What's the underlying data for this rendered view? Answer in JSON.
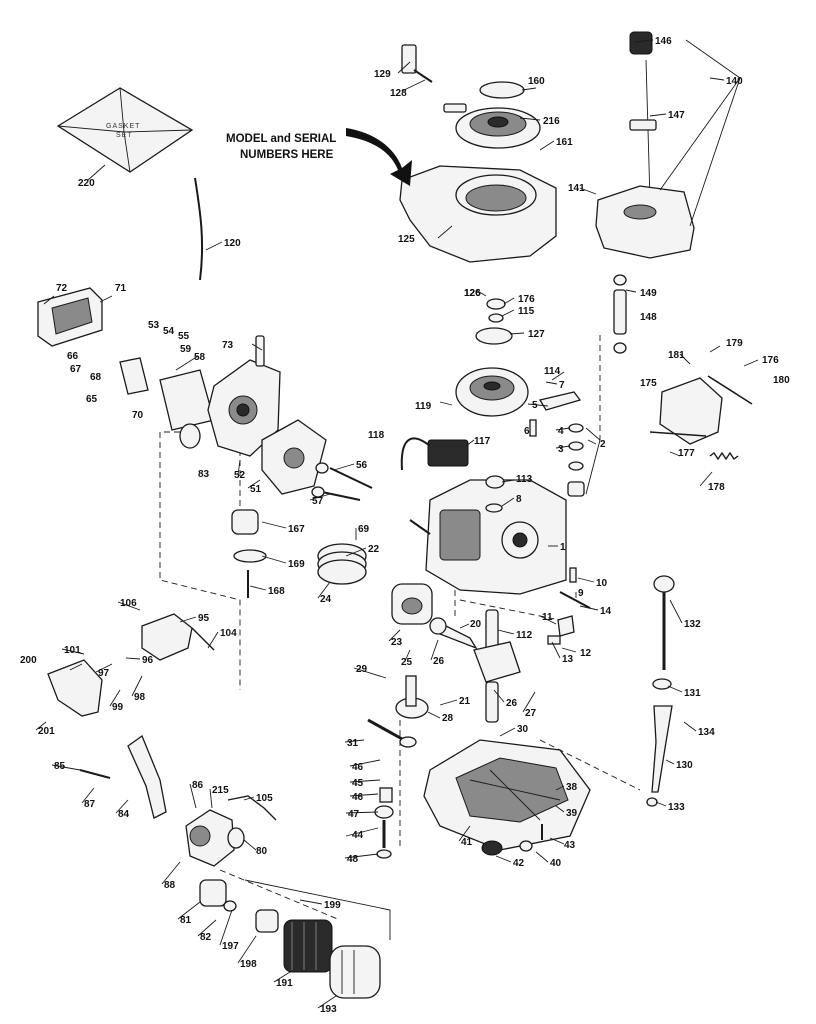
{
  "note": {
    "line1": "MODEL and SERIAL",
    "line2": "NUMBERS HERE"
  },
  "gasket_set_text": {
    "line1": "GASKET",
    "line2": "SET"
  },
  "colors": {
    "ink": "#1a1a1a",
    "paper": "#ffffff",
    "shade": "#8a8a8a"
  },
  "labels": [
    "146",
    "140",
    "129",
    "160",
    "128",
    "216",
    "147",
    "220",
    "161",
    "141",
    "126",
    "120",
    "125",
    "72",
    "71",
    "126",
    "149",
    "176",
    "53",
    "54",
    "55",
    "148",
    "115",
    "73",
    "59",
    "127",
    "66",
    "179",
    "181",
    "176",
    "67",
    "58",
    "68",
    "114",
    "7",
    "175",
    "180",
    "65",
    "70",
    "5",
    "119",
    "2",
    "4",
    "6",
    "118",
    "117",
    "3",
    "83",
    "177",
    "52",
    "56",
    "51",
    "113",
    "178",
    "8",
    "57",
    "167",
    "69",
    "22",
    "1",
    "169",
    "168",
    "24",
    "10",
    "9",
    "132",
    "106",
    "14",
    "95",
    "104",
    "11",
    "23",
    "20",
    "112",
    "101",
    "200",
    "12",
    "13",
    "97",
    "96",
    "25",
    "26",
    "29",
    "98",
    "99",
    "131",
    "201",
    "26",
    "21",
    "27",
    "28",
    "134",
    "30",
    "31",
    "46",
    "130",
    "85",
    "86",
    "215",
    "105",
    "45",
    "38",
    "87",
    "84",
    "46",
    "47",
    "39",
    "133",
    "80",
    "44",
    "43",
    "41",
    "48",
    "88",
    "42",
    "40",
    "199",
    "81",
    "82",
    "197",
    "198",
    "191",
    "193"
  ]
}
